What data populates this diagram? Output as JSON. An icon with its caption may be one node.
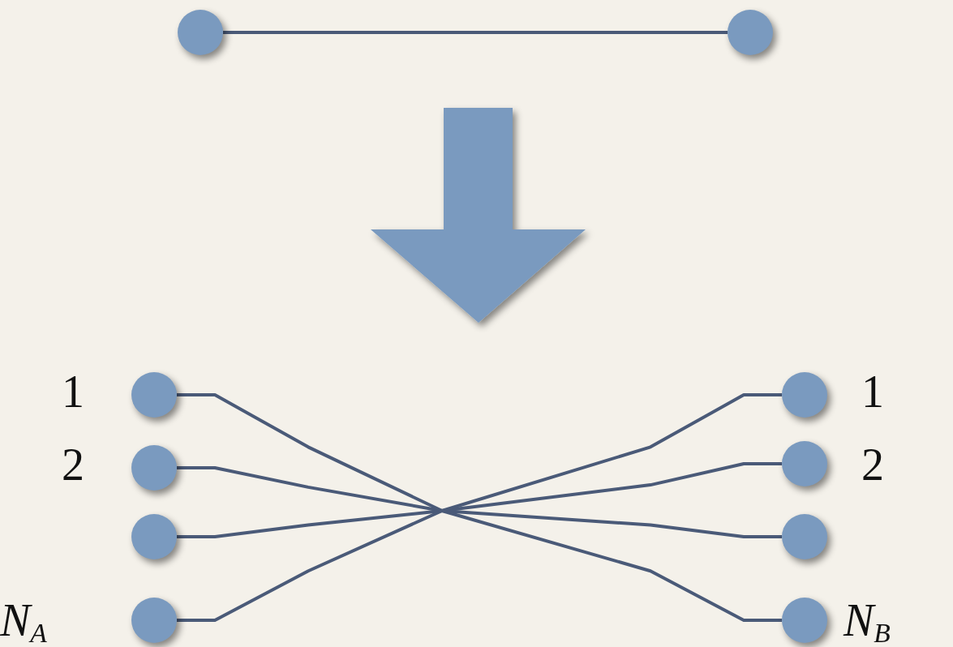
{
  "diagram": {
    "nodes": [
      {
        "text": [],
        "shape": "circle"
      },
      {
        "text": [],
        "shape": "circle"
      },
      {
        "text": [],
        "shape": "circle",
        "beside": [
          "1"
        ]
      },
      {
        "text": [],
        "shape": "circle",
        "beside": [
          "2"
        ]
      },
      {
        "text": [],
        "shape": "circle"
      },
      {
        "text": [],
        "shape": "circle",
        "beside": [
          "N$_{A}$"
        ]
      },
      {
        "text": [],
        "shape": "circle",
        "beside": [
          "1"
        ]
      },
      {
        "text": [],
        "shape": "circle",
        "beside": [
          "2"
        ]
      },
      {
        "text": [],
        "shape": "circle"
      },
      {
        "text": [],
        "shape": "circle",
        "beside": [
          "N$_{B}$"
        ]
      }
    ],
    "edges": [
      {
        "from": 0,
        "to": 1,
        "arrow": "none"
      },
      {
        "from": 2,
        "to": 9,
        "arrow": "none"
      },
      {
        "from": 3,
        "to": 8,
        "arrow": "none"
      },
      {
        "from": 4,
        "to": 7,
        "arrow": "none"
      },
      {
        "from": 5,
        "to": 6,
        "arrow": "none"
      }
    ]
  }
}
